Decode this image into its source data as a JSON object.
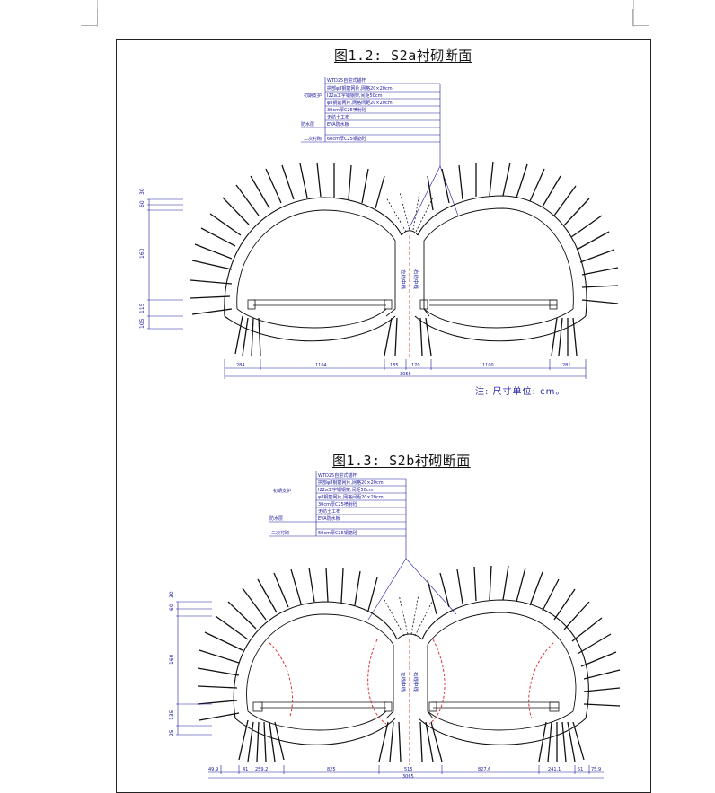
{
  "drawing1": {
    "title": "图1.2: S2a衬砌断面",
    "legend_groups": [
      {
        "label": "初期支护",
        "items": [
          "WTD25自进式锚杆",
          "拱部φ8钢筋网片,网格20×20cm",
          "I22a工字钢钢架,间距50cm",
          "φ8钢筋网片,网格间距20×20cm",
          "30cm厚C25喷射砼"
        ]
      },
      {
        "label": "防水层",
        "items": [
          "无纺土工布",
          "EVA防水板"
        ]
      },
      {
        "label": "二次衬砌",
        "items": [
          "60cm厚C25钢筋砼"
        ]
      }
    ],
    "vertical_dims": [
      "60",
      "30",
      "160",
      "115",
      "105"
    ],
    "horizontal_dims": [
      "284",
      "1104",
      "185",
      "170",
      "1100",
      "281"
    ],
    "total_width": "3055",
    "center_label_a": "左线中线",
    "center_label_b": "右线中线",
    "note": "注: 尺寸单位: cm。"
  },
  "drawing2": {
    "title": "图1.3: S2b衬砌断面",
    "legend_groups": [
      {
        "label": "初期支护",
        "items": [
          "WTD25自进式锚杆",
          "拱部φ8钢筋网片,网格20×20cm",
          "I22a工字钢钢架,间距50cm",
          "φ8钢筋网片,网格间距20×20cm",
          "30cm厚C25喷射砼"
        ]
      },
      {
        "label": "防水层",
        "items": [
          "无纺土工布",
          "EVA防水板"
        ]
      },
      {
        "label": "二次衬砌",
        "items": [
          "60cm厚C25钢筋砼"
        ]
      }
    ],
    "vertical_dims": [
      "60",
      "30",
      "160",
      "135",
      "25"
    ],
    "horizontal_dims": [
      "49.9",
      "41",
      "259.2",
      "825",
      "515",
      "827.6",
      "241.1",
      "51",
      "75.9"
    ],
    "total_width": "3065",
    "center_label_a": "左线中线",
    "center_label_b": "右线中线"
  }
}
